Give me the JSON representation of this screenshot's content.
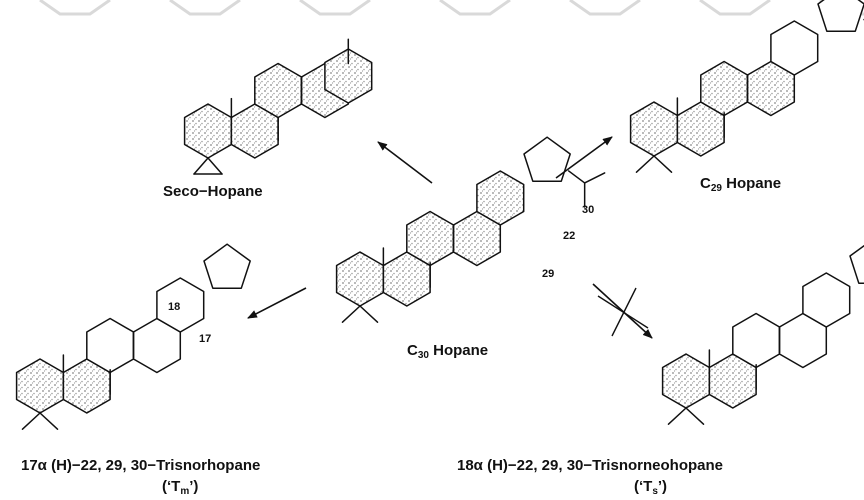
{
  "accent_ring": "#d9d9d9",
  "ink": "#111111",
  "labels": {
    "seco": "Seco−Hopane",
    "c29_prefix": "C",
    "c29_sub": "29",
    "c29_suffix": " Hopane",
    "c30_prefix": "C",
    "c30_sub": "30",
    "c30_suffix": " Hopane",
    "tm_name": "17α (H)−22, 29, 30−Trisnorhopane",
    "tm_abbr_open": "(‘T",
    "tm_abbr_sub": "m",
    "tm_abbr_close": "’)",
    "ts_name": "18α (H)−22, 29, 30−Trisnorneohopane",
    "ts_abbr_open": "(‘T",
    "ts_abbr_sub": "s",
    "ts_abbr_close": "’)"
  },
  "atom_numbers": {
    "n30": "30",
    "n22": "22",
    "n29": "29",
    "n18": "18",
    "n17": "17"
  }
}
